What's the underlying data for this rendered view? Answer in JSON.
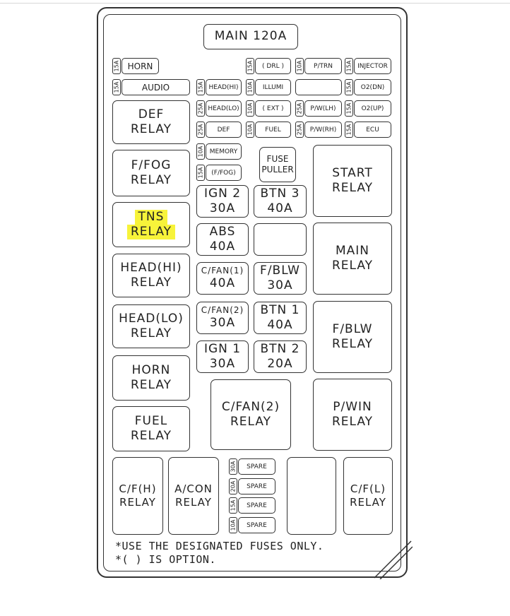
{
  "main_fuse": "MAIN 120A",
  "mini_fuses": [
    {
      "amp": "15A",
      "label": "HORN"
    },
    {
      "amp": "15A",
      "label": "AUDIO"
    },
    {
      "amp": "15A",
      "label": "( DRL )"
    },
    {
      "amp": "10A",
      "label": "P/TRN"
    },
    {
      "amp": "15A",
      "label": "INJECTOR"
    },
    {
      "amp": "15A",
      "label": "HEAD(HI)"
    },
    {
      "amp": "10A",
      "label": "ILLUMI"
    },
    {
      "amp": "",
      "label": ""
    },
    {
      "amp": "15A",
      "label": "O2(DN)"
    },
    {
      "amp": "25A",
      "label": "HEAD(LO)"
    },
    {
      "amp": "10A",
      "label": "( EXT )"
    },
    {
      "amp": "25A",
      "label": "P/W(LH)"
    },
    {
      "amp": "15A",
      "label": "O2(UP)"
    },
    {
      "amp": "25A",
      "label": "DEF"
    },
    {
      "amp": "10A",
      "label": "FUEL"
    },
    {
      "amp": "25A",
      "label": "P/W(RH)"
    },
    {
      "amp": "15A",
      "label": "ECU"
    },
    {
      "amp": "10A",
      "label": "MEMORY"
    },
    {
      "amp": "15A",
      "label": "(F/FOG)"
    },
    {
      "amp": "30A",
      "label": "SPARE"
    },
    {
      "amp": "20A",
      "label": "SPARE"
    },
    {
      "amp": "15A",
      "label": "SPARE"
    },
    {
      "amp": "10A",
      "label": "SPARE"
    }
  ],
  "relays_left": [
    {
      "line1": "DEF",
      "line2": "RELAY"
    },
    {
      "line1": "F/FOG",
      "line2": "RELAY"
    },
    {
      "line1": "TNS",
      "line2": "RELAY"
    },
    {
      "line1": "HEAD(HI)",
      "line2": "RELAY"
    },
    {
      "line1": "HEAD(LO)",
      "line2": "RELAY"
    },
    {
      "line1": "HORN",
      "line2": "RELAY"
    },
    {
      "line1": "FUEL",
      "line2": "RELAY"
    }
  ],
  "relays_bottom": [
    {
      "line1": "C/F(H)",
      "line2": "RELAY"
    },
    {
      "line1": "A/CON",
      "line2": "RELAY"
    },
    {
      "line1": "C/F(L)",
      "line2": "RELAY"
    }
  ],
  "relays_right": [
    {
      "line1": "START",
      "line2": "RELAY"
    },
    {
      "line1": "MAIN",
      "line2": "RELAY"
    },
    {
      "line1": "F/BLW",
      "line2": "RELAY"
    },
    {
      "line1": "P/WIN",
      "line2": "RELAY"
    }
  ],
  "center_relay": {
    "line1": "C/FAN(2)",
    "line2": "RELAY"
  },
  "fuse_puller": {
    "line1": "FUSE",
    "line2": "PULLER"
  },
  "fusible_links": [
    {
      "name": "IGN 2",
      "amp": "30A"
    },
    {
      "name": "BTN 3",
      "amp": "40A"
    },
    {
      "name": "ABS",
      "amp": "40A"
    },
    {
      "name": "C/FAN(1)",
      "amp": "40A"
    },
    {
      "name": "F/BLW",
      "amp": "30A"
    },
    {
      "name": "C/FAN(2)",
      "amp": "30A"
    },
    {
      "name": "BTN 1",
      "amp": "40A"
    },
    {
      "name": "IGN 1",
      "amp": "30A"
    },
    {
      "name": "BTN 2",
      "amp": "20A"
    }
  ],
  "notes": [
    "*USE THE DESIGNATED FUSES ONLY.",
    "*( ) IS OPTION."
  ],
  "highlight_color": "#f7f33a"
}
